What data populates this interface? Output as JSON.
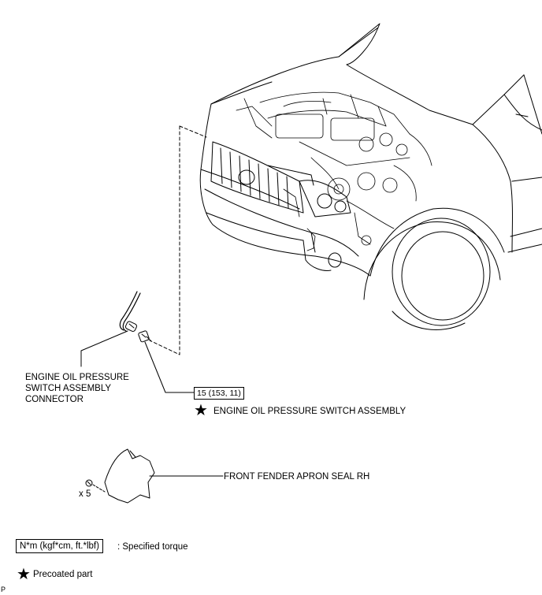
{
  "labels": {
    "connector_line1": "ENGINE OIL PRESSURE",
    "connector_line2": "SWITCH ASSEMBLY",
    "connector_line3": "CONNECTOR",
    "torque_value": "15 (153, 11)",
    "switch_assembly": "ENGINE OIL PRESSURE SWITCH ASSEMBLY",
    "apron_seal": "FRONT FENDER APRON SEAL RH",
    "quantity": "x 5"
  },
  "legend": {
    "torque_unit": "N*m (kgf*cm, ft.*lbf)",
    "torque_desc": ": Specified torque",
    "precoated_desc": "Precoated part"
  },
  "corner_mark": "P"
}
